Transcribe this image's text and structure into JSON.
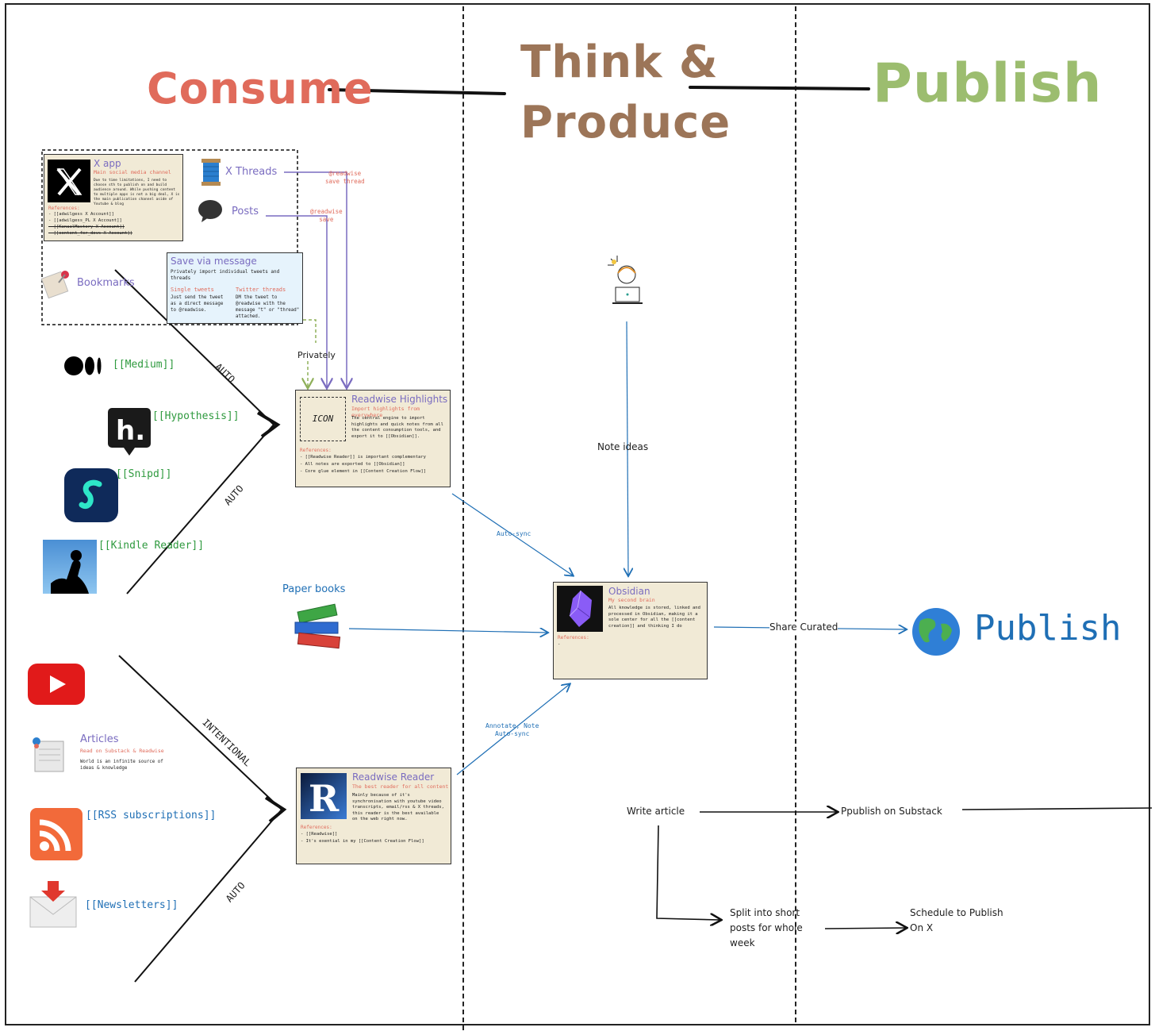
{
  "columns": {
    "consume": "Consume",
    "think_line1": "Think &",
    "think_line2": "Produce",
    "publish": "Publish"
  },
  "x_app_card": {
    "title": "X app",
    "subtitle": "Main social media channel",
    "body": "Due to time limitations, I need to choose sth to publish on and build audience around. While pushing content to multiple apps is not a big deal, X is the main publication channel aside of Youtube & blog",
    "references_label": "References:",
    "refs": [
      "- [[adwilgess X Account]]",
      "- [[adwilgess_PL X Account]]",
      "- [[KanaalMastery X Account]]",
      "- [[content_for_devs X Account]]"
    ]
  },
  "x_threads_label": "X Threads",
  "posts_label": "Posts",
  "bookmarks_label": "Bookmarks",
  "readwise_save_thread": "@readwise\nsave thread",
  "readwise_save": "@readwise\nsave",
  "save_via_message": {
    "title": "Save via message",
    "desc": "Privately import individual tweets and threads",
    "single_title": "Single tweets",
    "single_body": "Just send the tweet as a direct message to @readwise.",
    "twitter_title": "Twitter threads",
    "twitter_body": "DM the tweet to @readwise with the message \"t\" or \"thread\" attached."
  },
  "privately_label": "Privately",
  "sources": {
    "medium": "[[Medium]]",
    "hypothesis": "[[Hypothesis]]",
    "snipd": "[[Snipd]]",
    "kindle": "[[Kindle Reader]]",
    "rss": "[[RSS subscriptions]]",
    "newsletters": "[[Newsletters]]"
  },
  "articles": {
    "title": "Articles",
    "subtitle": "Read on Substack & Readwise",
    "body": "World is an infinite source of ideas & knowledge"
  },
  "funnel_labels": {
    "auto1": "AUTO",
    "auto2": "AUTO",
    "intentional": "INTENTIONAL",
    "auto3": "AUTO"
  },
  "readwise_highlights": {
    "icon_placeholder": "ICON",
    "title": "Readwise Highlights",
    "subtitle": "Import highlights from everywhere",
    "body": "The central engine to import highlights and quick notes from all the content consumption tools, and export it to [[Obsidian]].",
    "references_label": "References:",
    "refs": [
      "- [[Readwise Reader]] is important complementary",
      "- All notes are exported to [[Obsidian]]",
      "- Core glue element in [[Content Creation Flow]]"
    ]
  },
  "readwise_reader": {
    "title": "Readwise Reader",
    "subtitle": "The best reader for all content",
    "body": "Mainly because of it's synchronisation with youtube video transcripts, email/rss & X threads, this reader is the best available on the web right now.",
    "references_label": "References:",
    "refs": [
      "- [[Readwise]]",
      "- It's exential in my [[Content Creation Flow]]"
    ]
  },
  "obsidian": {
    "title": "Obsidian",
    "subtitle": "My second brain",
    "body": "All knowledge is stored, linked and processed in Obsidian, making it a sole center for all the [[content creation]] and thinking I do",
    "references_label": "References:",
    "refs": [
      "-"
    ]
  },
  "paper_books": "Paper books",
  "note_ideas": "Note ideas",
  "auto_sync": "Auto-sync",
  "annotate_note": "Annotate, Note\nAuto-sync",
  "share_curated": "Share Curated",
  "publish_target": "Publish",
  "flow": {
    "write_article": "Write article",
    "publish_substack": "Ppublish on Substack",
    "split_posts": "Split into short\nposts for whole\nweek",
    "schedule_x": "Schedule to Publish\nOn X"
  },
  "colors": {
    "consume": "#e06b5b",
    "think": "#9c7558",
    "publish": "#9cbd6f",
    "card_bg": "#f1ead6",
    "link_purple": "#7a6cc0",
    "link_blue": "#1f6fb5",
    "wiki_green": "#2f9a3f"
  },
  "icons": [
    "x-logo-icon",
    "thread-spool-icon",
    "speech-bubble-icon",
    "bookmark-pin-icon",
    "medium-logo-icon",
    "hypothesis-logo-icon",
    "snipd-logo-icon",
    "kindle-logo-icon",
    "youtube-logo-icon",
    "scroll-icon",
    "rss-icon",
    "envelope-icon",
    "books-icon",
    "obsidian-logo-icon",
    "readwise-logo-icon",
    "globe-icon",
    "thinking-person-icon"
  ]
}
